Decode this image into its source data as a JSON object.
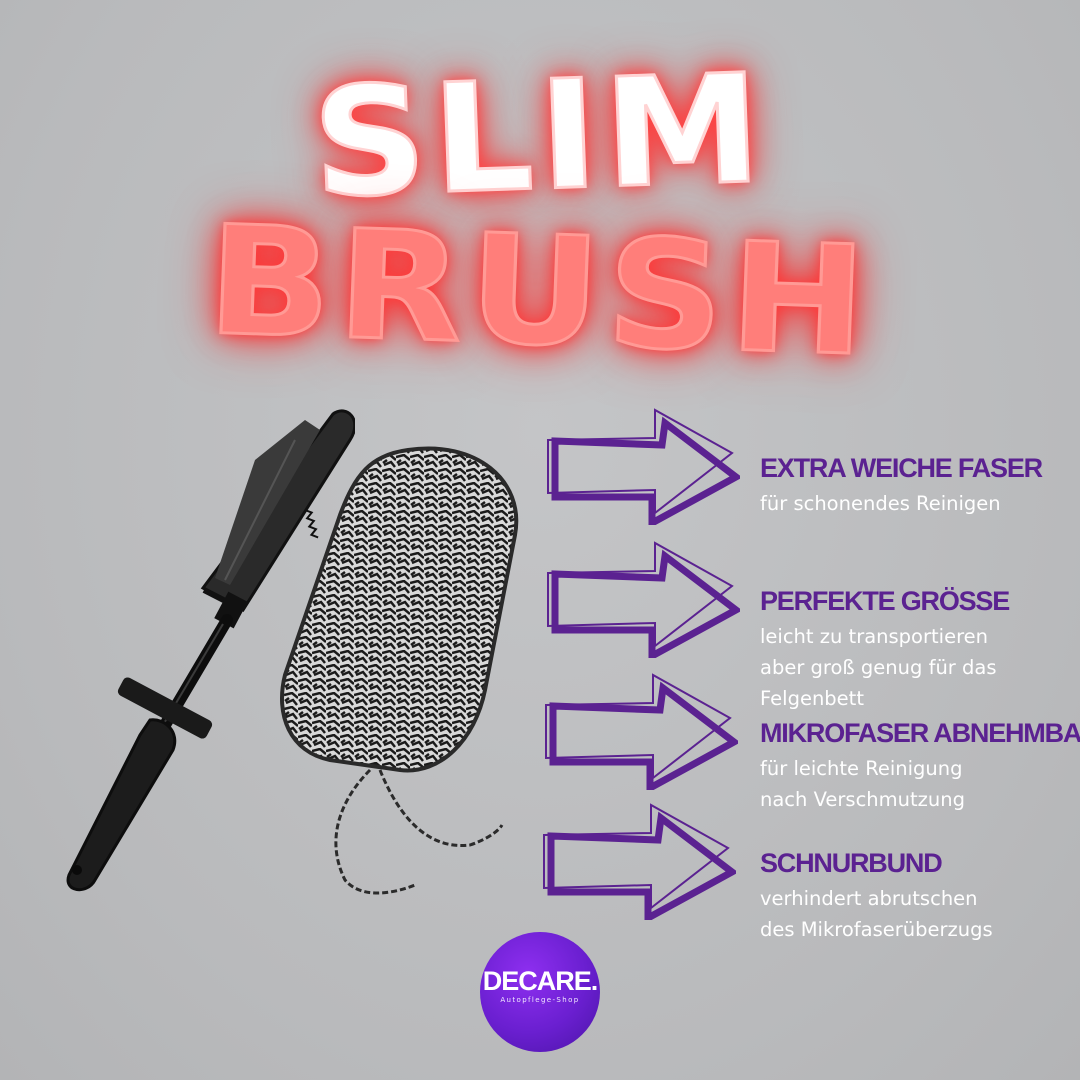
{
  "title": {
    "line1": "SLIM",
    "line2": "BRUSH"
  },
  "features": [
    {
      "heading": "EXTRA WEICHE FASER",
      "description": "für schonendes Reinigen"
    },
    {
      "heading": "PERFEKTE  GRÖSSE",
      "description": "leicht zu transportieren\naber groß genug für das\nFelgenbett"
    },
    {
      "heading": "MIKROFASER ABNEHMBAR",
      "description": "für leichte Reinigung\nnach Verschmutzung"
    },
    {
      "heading": "SCHNURBUND",
      "description": "verhindert abrutschen\ndes Mikrofaserüberzugs"
    }
  ],
  "logo": {
    "brand": "DECARE.",
    "tagline": "Autopflege-Shop"
  },
  "colors": {
    "background": "#bcbdbf",
    "heading": "#5b2291",
    "glow": "#ff3d3d",
    "logo": "#6a1fd0"
  },
  "images": [
    {
      "name": "handle-image",
      "description": "black wheel brush handle"
    },
    {
      "name": "microfiber-cover-image",
      "description": "black and white microfiber brush cover with drawstring"
    }
  ]
}
